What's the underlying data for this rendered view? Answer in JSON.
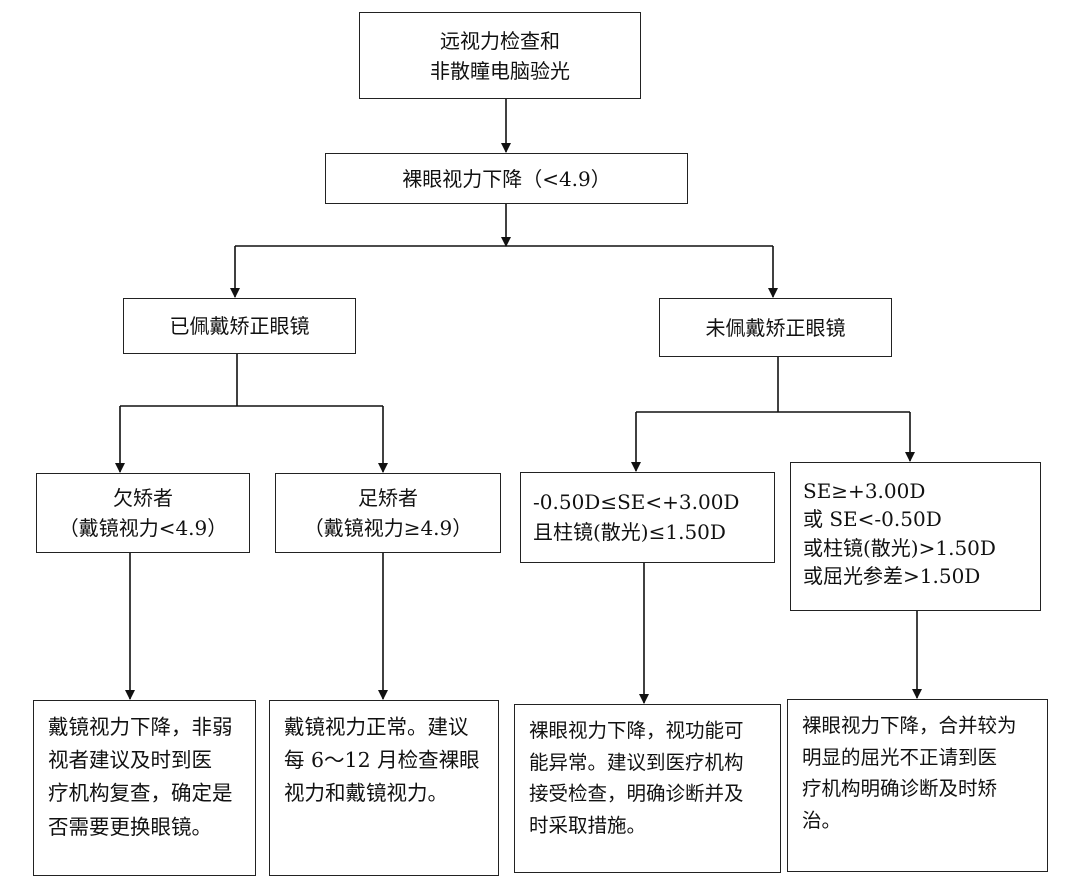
{
  "flowchart": {
    "root": {
      "lines": [
        "远视力检查和",
        "非散瞳电脑验光"
      ]
    },
    "level1": {
      "label": "裸眼视力下降（<4.9）"
    },
    "left_branch": {
      "label": "已佩戴矫正眼镜"
    },
    "right_branch": {
      "label": "未佩戴矫正眼镜"
    },
    "under_corrected": {
      "lines": [
        "欠矫者",
        "（戴镜视力<4.9）"
      ]
    },
    "fully_corrected": {
      "lines": [
        "足矫者",
        "（戴镜视力≥4.9）"
      ]
    },
    "low_refraction": {
      "lines": [
        "-0.50D≤SE<+3.00D",
        "且柱镜(散光)≤1.50D"
      ]
    },
    "high_refraction": {
      "lines": [
        "SE≥+3.00D",
        "或 SE<-0.50D",
        "或柱镜(散光)>1.50D",
        "或屈光参差>1.50D"
      ]
    },
    "advice_under_corrected": {
      "lines": [
        "戴镜视力下降，非弱",
        "视者建议及时到医",
        "疗机构复查，确定是",
        "否需要更换眼镜。"
      ]
    },
    "advice_fully_corrected": {
      "lines": [
        "戴镜视力正常。建议",
        "每 6～12 月检查裸眼",
        "视力和戴镜视力。"
      ]
    },
    "advice_low_refraction": {
      "lines": [
        "裸眼视力下降，视功能可",
        "能异常。建议到医疗机构",
        "接受检查，明确诊断并及",
        "时采取措施。"
      ]
    },
    "advice_high_refraction": {
      "lines": [
        "裸眼视力下降，合并较为",
        "明显的屈光不正请到医",
        "疗机构明确诊断及时矫",
        "治。"
      ]
    }
  }
}
